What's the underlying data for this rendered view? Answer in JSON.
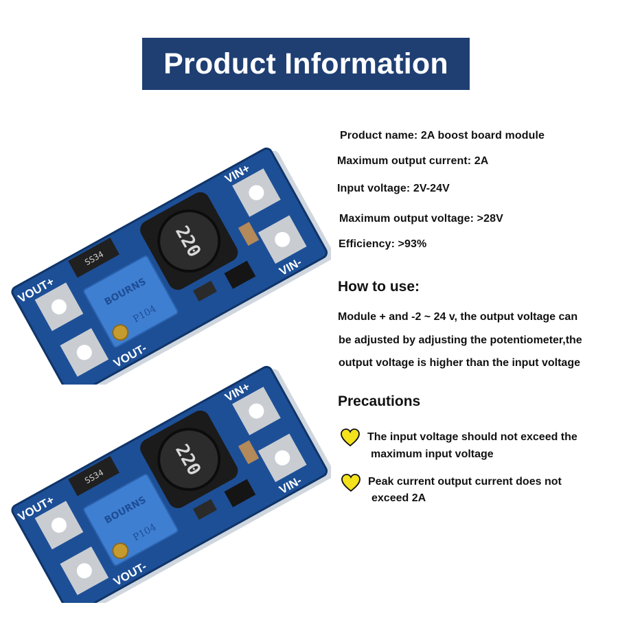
{
  "banner": {
    "title": "Product Information"
  },
  "specs": [
    "Product name: 2A boost board module",
    "Maximum output current: 2A",
    "Input voltage: 2V-24V",
    "Maximum output voltage: >28V",
    "Efficiency: >93%"
  ],
  "how_to_use": {
    "heading": "How to use:",
    "lines": [
      "Module + and -2 ~ 24 v, the output voltage can",
      "be adjusted by adjusting the potentiometer,the",
      "output voltage is higher than the input voltage"
    ]
  },
  "precautions": {
    "heading": "Precautions",
    "items": [
      {
        "line1": "The input voltage should not exceed the",
        "line2": "maximum input voltage"
      },
      {
        "line1": "Peak current output current does not",
        "line2": "exceed 2A"
      }
    ]
  },
  "board": {
    "labels": {
      "vin_plus": "VIN+",
      "vin_minus": "VIN-",
      "vout_plus": "VOUT+",
      "vout_minus": "VOUT-"
    },
    "inductor_marking": "220",
    "diode_marking": "SS34",
    "pot_marking": "P104",
    "pot_brand": "BOURNS"
  },
  "colors": {
    "banner": "#1f3f73",
    "pcb": "#1d4f96",
    "pot": "#3f7fd2",
    "heart": "#f3e21c"
  }
}
